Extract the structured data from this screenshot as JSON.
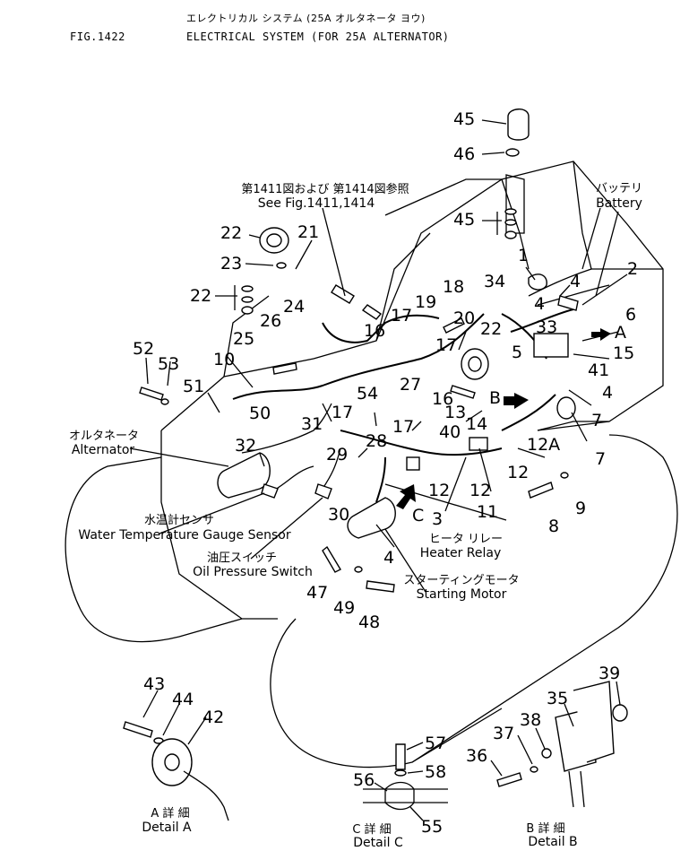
{
  "header": {
    "japanese_title": "エレクトリカル システム (25A オルタネータ ヨウ)",
    "fig_number": "FIG.1422",
    "title": "ELECTRICAL SYSTEM (FOR 25A ALTERNATOR)"
  },
  "callouts": {
    "see_fig_jp": "第1411図および 第1414図参照",
    "see_fig_en": "See Fig.1411,1414",
    "battery_jp": "バッテリ",
    "battery_en": "Battery",
    "alternator_jp": "オルタネータ",
    "alternator_en": "Alternator",
    "water_temp_jp": "水温計センサ",
    "water_temp_en": "Water Temperature Gauge Sensor",
    "oil_pressure_jp": "油圧スイッチ",
    "oil_pressure_en": "Oil  Pressure Switch",
    "heater_relay_jp": "ヒータ リレー",
    "heater_relay_en": "Heater Relay",
    "starting_motor_jp": "スターティングモータ",
    "starting_motor_en": "Starting Motor",
    "detail_a_jp": "A 詳 細",
    "detail_a_en": "Detail  A",
    "detail_b_jp": "B 詳 細",
    "detail_b_en": "Detail  B",
    "detail_c_jp": "C 詳 細",
    "detail_c_en": "Detail  C"
  },
  "view_markers": {
    "a": "A",
    "b": "B",
    "c": "C"
  },
  "part_numbers": {
    "p1": "1",
    "p2": "2",
    "p3": "3",
    "p4a": "4",
    "p4b": "4",
    "p4c": "4",
    "p4d": "4",
    "p5": "5",
    "p6": "6",
    "p7": "7",
    "p8": "8",
    "p9": "9",
    "p10": "10",
    "p11": "11",
    "p12a": "12",
    "p12b": "12",
    "p12c": "12A",
    "p12d": "12",
    "p13": "13",
    "p14": "14",
    "p15": "15",
    "p16a": "16",
    "p16b": "16",
    "p17a": "17",
    "p17b": "17",
    "p17c": "17",
    "p17d": "17",
    "p18": "18",
    "p19": "19",
    "p20": "20",
    "p21": "21",
    "p22a": "22",
    "p22b": "22",
    "p22c": "22",
    "p23": "23",
    "p24": "24",
    "p25": "25",
    "p26": "26",
    "p27": "27",
    "p28": "28",
    "p29": "29",
    "p30": "30",
    "p31": "31",
    "p32": "32",
    "p33": "33",
    "p34": "34",
    "p35": "35",
    "p36": "36",
    "p37": "37",
    "p38": "38",
    "p39": "39",
    "p40": "40",
    "p41": "41",
    "p42": "42",
    "p43": "43",
    "p44": "44",
    "p45a": "45",
    "p45b": "45",
    "p46": "46",
    "p47": "47",
    "p48": "48",
    "p49": "49",
    "p50": "50",
    "p51": "51",
    "p52": "52",
    "p53": "53",
    "p54": "54",
    "p55": "55",
    "p56": "56",
    "p57": "57",
    "p58": "58"
  }
}
